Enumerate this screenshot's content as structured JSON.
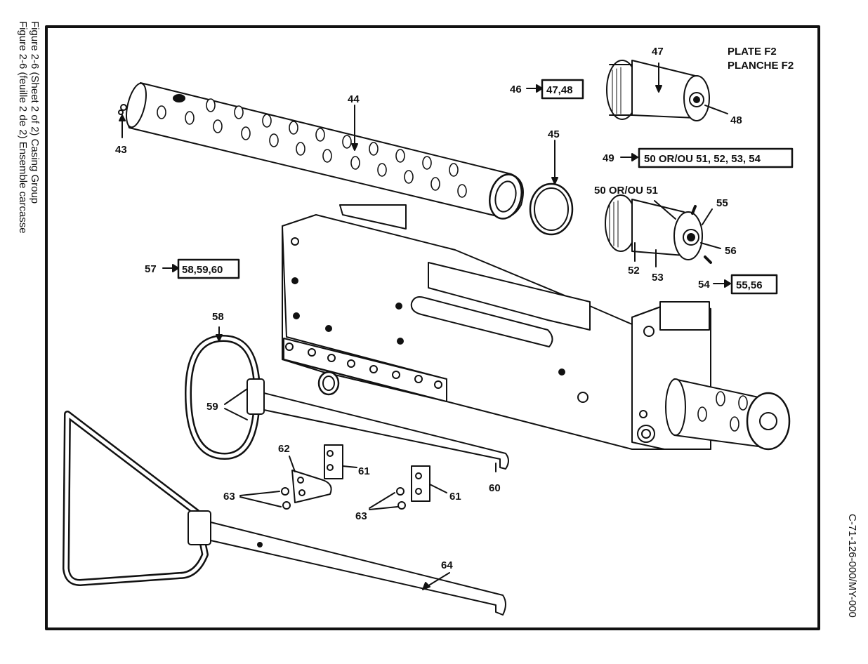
{
  "caption": {
    "line1": "Figure 2-6    (Sheet 2 of 2) Casing Group",
    "line2": "Figure 2-6    (feuille 2 de 2) Ensemble carcasse"
  },
  "plate": {
    "line1": "PLATE F2",
    "line2": "PLANCHE F2"
  },
  "doc_code": "C-71-126-000/MY-000",
  "callouts": {
    "c43": "43",
    "c44": "44",
    "c45": "45",
    "c46": "46",
    "c47": "47",
    "c48": "48",
    "c49": "49",
    "c50_51": "50 OR/OU 51",
    "c52": "52",
    "c53": "53",
    "c54": "54",
    "c55": "55",
    "c56": "56",
    "c57": "57",
    "c58": "58",
    "c59": "59",
    "c60": "60",
    "c61a": "61",
    "c61b": "61",
    "c62": "62",
    "c63a": "63",
    "c63b": "63",
    "c64": "64"
  },
  "boxes": {
    "b46": "47,48",
    "b49": "50 OR/OU 51, 52, 53, 54",
    "b54": "55,56",
    "b57": "58,59,60"
  }
}
